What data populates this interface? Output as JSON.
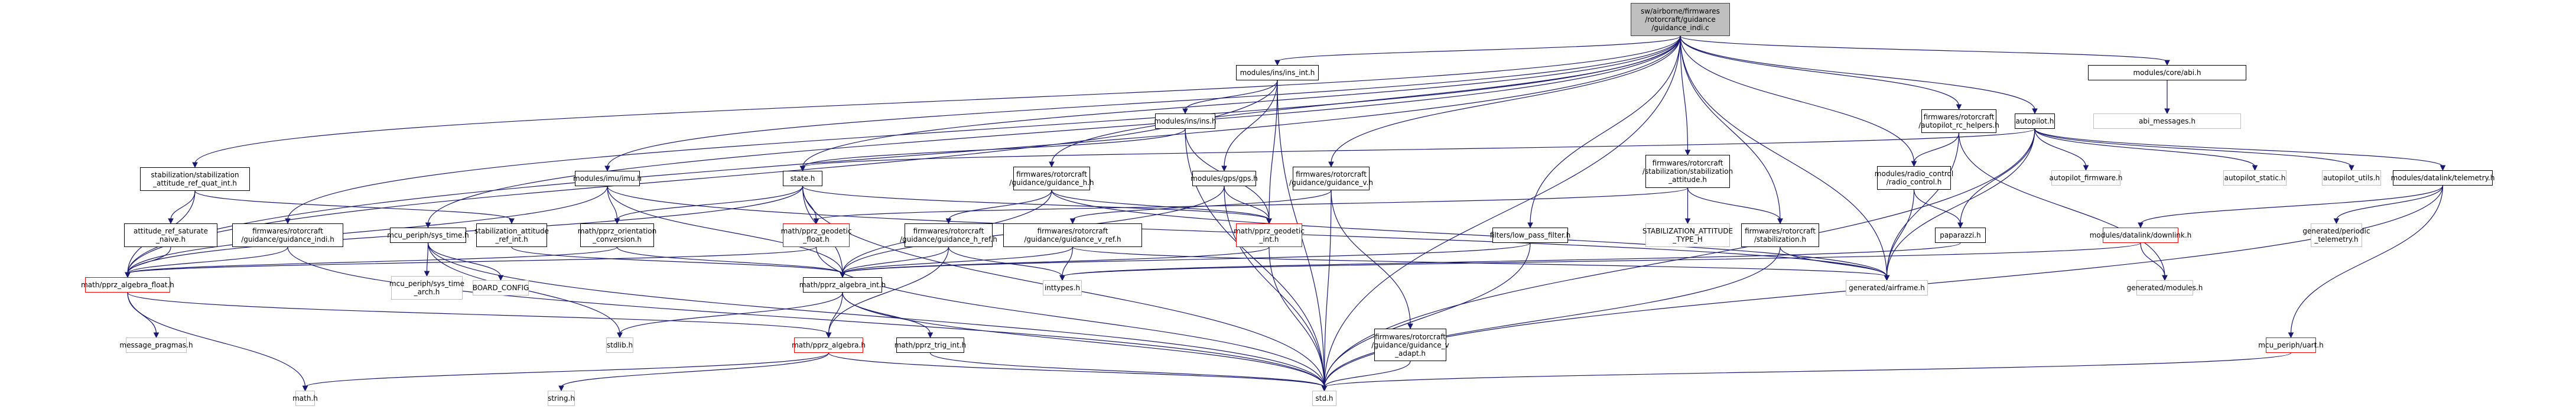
{
  "graph": {
    "type": "include-dependency-graph",
    "edge_color": "#191970",
    "node_border_color": "#000000",
    "root_fill_color": "#bfbfbf",
    "truncated_border_color": "#ff0000",
    "external_border_color": "#bfbfbf",
    "root": "sw/airborne/firmwares/rotorcraft/guidance/guidance_indi.c",
    "nodes": [
      {
        "id": "root",
        "label": "sw/airborne/firmwares\n/rotorcraft/guidance\n/guidance_indi.c",
        "kind": "root"
      },
      {
        "id": "ins_int",
        "label": "modules/ins/ins_int.h",
        "kind": "normal"
      },
      {
        "id": "ins",
        "label": "modules/ins/ins.h",
        "kind": "normal"
      },
      {
        "id": "gps",
        "label": "modules/gps/gps.h",
        "kind": "normal"
      },
      {
        "id": "guidance_v",
        "label": "firmwares/rotorcraft\n/guidance/guidance_v.h",
        "kind": "normal"
      },
      {
        "id": "stab_ref_quat",
        "label": "stabilization/stabilization\n_attitude_ref_quat_int.h",
        "kind": "normal"
      },
      {
        "id": "imu",
        "label": "modules/imu/imu.h",
        "kind": "normal"
      },
      {
        "id": "state",
        "label": "state.h",
        "kind": "normal"
      },
      {
        "id": "guidance_h",
        "label": "firmwares/rotorcraft\n/guidance/guidance_h.h",
        "kind": "normal"
      },
      {
        "id": "stab_attitude",
        "label": "firmwares/rotorcraft\n/stabilization/stabilization\n_attitude.h",
        "kind": "normal"
      },
      {
        "id": "ap_rc_helpers",
        "label": "firmwares/rotorcraft\n/autopilot_rc_helpers.h",
        "kind": "normal"
      },
      {
        "id": "autopilot",
        "label": "autopilot.h",
        "kind": "normal"
      },
      {
        "id": "abi",
        "label": "modules/core/abi.h",
        "kind": "normal"
      },
      {
        "id": "abi_messages",
        "label": "abi_messages.h",
        "kind": "external"
      },
      {
        "id": "radio_control",
        "label": "modules/radio_control\n/radio_control.h",
        "kind": "normal"
      },
      {
        "id": "ap_firmware",
        "label": "autopilot_firmware.h",
        "kind": "external"
      },
      {
        "id": "ap_static",
        "label": "autopilot_static.h",
        "kind": "external"
      },
      {
        "id": "ap_utils",
        "label": "autopilot_utils.h",
        "kind": "external"
      },
      {
        "id": "telemetry",
        "label": "modules/datalink/telemetry.h",
        "kind": "normal"
      },
      {
        "id": "att_ref_sat",
        "label": "attitude_ref_saturate\n_naive.h",
        "kind": "normal"
      },
      {
        "id": "guidance_indi_h",
        "label": "firmwares/rotorcraft\n/guidance/guidance_indi.h",
        "kind": "normal"
      },
      {
        "id": "sys_time",
        "label": "mcu_periph/sys_time.h",
        "kind": "normal"
      },
      {
        "id": "stab_ref_int",
        "label": "stabilization_attitude\n_ref_int.h",
        "kind": "normal"
      },
      {
        "id": "orient_conv",
        "label": "math/pprz_orientation\n_conversion.h",
        "kind": "normal"
      },
      {
        "id": "geodetic_float",
        "label": "math/pprz_geodetic\n_float.h",
        "kind": "truncated"
      },
      {
        "id": "guidance_h_ref",
        "label": "firmwares/rotorcraft\n/guidance/guidance_h_ref.h",
        "kind": "normal"
      },
      {
        "id": "guidance_v_ref",
        "label": "firmwares/rotorcraft\n/guidance/guidance_v_ref.h",
        "kind": "normal"
      },
      {
        "id": "geodetic_int",
        "label": "math/pprz_geodetic\n_int.h",
        "kind": "truncated"
      },
      {
        "id": "low_pass",
        "label": "filters/low_pass_filter.h",
        "kind": "normal"
      },
      {
        "id": "stab_att_type",
        "label": "STABILIZATION_ATTITUDE\n_TYPE_H",
        "kind": "external"
      },
      {
        "id": "stabilization",
        "label": "firmwares/rotorcraft\n/stabilization.h",
        "kind": "normal"
      },
      {
        "id": "paparazzi",
        "label": "paparazzi.h",
        "kind": "normal"
      },
      {
        "id": "downlink",
        "label": "modules/datalink/downlink.h",
        "kind": "truncated"
      },
      {
        "id": "periodic_tel",
        "label": "generated/periodic\n_telemetry.h",
        "kind": "external"
      },
      {
        "id": "algebra_float",
        "label": "math/pprz_algebra_float.h",
        "kind": "truncated"
      },
      {
        "id": "algebra_int",
        "label": "math/pprz_algebra_int.h",
        "kind": "normal"
      },
      {
        "id": "inttypes",
        "label": "inttypes.h",
        "kind": "external"
      },
      {
        "id": "airframe",
        "label": "generated/airframe.h",
        "kind": "external"
      },
      {
        "id": "gen_modules",
        "label": "generated/modules.h",
        "kind": "external"
      },
      {
        "id": "sys_time_arch",
        "label": "mcu_periph/sys_time\n_arch.h",
        "kind": "external"
      },
      {
        "id": "board_config",
        "label": "BOARD_CONFIG",
        "kind": "external"
      },
      {
        "id": "message_pragmas",
        "label": "message_pragmas.h",
        "kind": "external"
      },
      {
        "id": "stdlib",
        "label": "stdlib.h",
        "kind": "external"
      },
      {
        "id": "algebra",
        "label": "math/pprz_algebra.h",
        "kind": "truncated"
      },
      {
        "id": "trig_int",
        "label": "math/pprz_trig_int.h",
        "kind": "normal"
      },
      {
        "id": "guidance_v_adapt",
        "label": "firmwares/rotorcraft\n/guidance/guidance_v\n_adapt.h",
        "kind": "normal"
      },
      {
        "id": "uart",
        "label": "mcu_periph/uart.h",
        "kind": "truncated"
      },
      {
        "id": "math",
        "label": "math.h",
        "kind": "external"
      },
      {
        "id": "string",
        "label": "string.h",
        "kind": "external"
      },
      {
        "id": "std",
        "label": "std.h",
        "kind": "external"
      }
    ],
    "edges": [
      [
        "root",
        "ins_int"
      ],
      [
        "root",
        "stab_ref_quat"
      ],
      [
        "root",
        "imu"
      ],
      [
        "root",
        "state"
      ],
      [
        "root",
        "guidance_h"
      ],
      [
        "root",
        "guidance_v"
      ],
      [
        "root",
        "stab_attitude"
      ],
      [
        "root",
        "ap_rc_helpers"
      ],
      [
        "root",
        "autopilot"
      ],
      [
        "root",
        "abi"
      ],
      [
        "root",
        "radio_control"
      ],
      [
        "root",
        "guidance_indi_h"
      ],
      [
        "root",
        "sys_time"
      ],
      [
        "root",
        "low_pass"
      ],
      [
        "root",
        "stabilization"
      ],
      [
        "root",
        "algebra_float"
      ],
      [
        "root",
        "airframe"
      ],
      [
        "root",
        "std"
      ],
      [
        "ins_int",
        "ins"
      ],
      [
        "ins_int",
        "gps"
      ],
      [
        "ins_int",
        "geodetic_int"
      ],
      [
        "ins_int",
        "std"
      ],
      [
        "ins_int",
        "algebra_float"
      ],
      [
        "ins",
        "state"
      ],
      [
        "ins",
        "geodetic_int"
      ],
      [
        "ins",
        "std"
      ],
      [
        "gps",
        "geodetic_int"
      ],
      [
        "gps",
        "algebra_int"
      ],
      [
        "gps",
        "std"
      ],
      [
        "guidance_v",
        "guidance_v_ref"
      ],
      [
        "guidance_v",
        "guidance_v_adapt"
      ],
      [
        "guidance_v",
        "std"
      ],
      [
        "stab_ref_quat",
        "att_ref_sat"
      ],
      [
        "stab_ref_quat",
        "stab_ref_int"
      ],
      [
        "stab_ref_quat",
        "algebra_float"
      ],
      [
        "imu",
        "orient_conv"
      ],
      [
        "imu",
        "algebra_int"
      ],
      [
        "imu",
        "algebra_float"
      ],
      [
        "imu",
        "airframe"
      ],
      [
        "state",
        "geodetic_float"
      ],
      [
        "state",
        "geodetic_int"
      ],
      [
        "state",
        "algebra_int"
      ],
      [
        "state",
        "algebra_float"
      ],
      [
        "state",
        "orient_conv"
      ],
      [
        "state",
        "std"
      ],
      [
        "guidance_h",
        "guidance_h_ref"
      ],
      [
        "guidance_h",
        "geodetic_int"
      ],
      [
        "guidance_h",
        "algebra_int"
      ],
      [
        "guidance_h",
        "airframe"
      ],
      [
        "stab_attitude",
        "stab_att_type"
      ],
      [
        "stab_attitude",
        "stabilization"
      ],
      [
        "stab_attitude",
        "geodetic_float"
      ],
      [
        "ap_rc_helpers",
        "radio_control"
      ],
      [
        "ap_rc_helpers",
        "airframe"
      ],
      [
        "ap_rc_helpers",
        "gen_modules"
      ],
      [
        "autopilot",
        "ap_firmware"
      ],
      [
        "autopilot",
        "ap_static"
      ],
      [
        "autopilot",
        "ap_utils"
      ],
      [
        "autopilot",
        "telemetry"
      ],
      [
        "autopilot",
        "paparazzi"
      ],
      [
        "autopilot",
        "airframe"
      ],
      [
        "autopilot",
        "state"
      ],
      [
        "autopilot",
        "std"
      ],
      [
        "abi",
        "abi_messages"
      ],
      [
        "radio_control",
        "paparazzi"
      ],
      [
        "radio_control",
        "airframe"
      ],
      [
        "telemetry",
        "downlink"
      ],
      [
        "telemetry",
        "periodic_tel"
      ],
      [
        "telemetry",
        "uart"
      ],
      [
        "telemetry",
        "std"
      ],
      [
        "att_ref_sat",
        "algebra_float"
      ],
      [
        "guidance_indi_h",
        "algebra_float"
      ],
      [
        "guidance_indi_h",
        "std"
      ],
      [
        "sys_time",
        "sys_time_arch"
      ],
      [
        "sys_time",
        "board_config"
      ],
      [
        "sys_time",
        "stdlib"
      ],
      [
        "sys_time",
        "std"
      ],
      [
        "stab_ref_int",
        "algebra_int"
      ],
      [
        "orient_conv",
        "algebra_int"
      ],
      [
        "orient_conv",
        "algebra_float"
      ],
      [
        "geodetic_float",
        "algebra_float"
      ],
      [
        "geodetic_float",
        "std"
      ],
      [
        "guidance_h_ref",
        "algebra_int"
      ],
      [
        "guidance_h_ref",
        "inttypes"
      ],
      [
        "guidance_h_ref",
        "algebra"
      ],
      [
        "guidance_v_ref",
        "algebra_int"
      ],
      [
        "guidance_v_ref",
        "inttypes"
      ],
      [
        "guidance_v_ref",
        "airframe"
      ],
      [
        "geodetic_int",
        "std"
      ],
      [
        "geodetic_int",
        "algebra_int"
      ],
      [
        "low_pass",
        "algebra_int"
      ],
      [
        "low_pass",
        "std"
      ],
      [
        "stabilization",
        "airframe"
      ],
      [
        "stabilization",
        "std"
      ],
      [
        "paparazzi",
        "inttypes"
      ],
      [
        "downlink",
        "gen_modules"
      ],
      [
        "downlink",
        "inttypes"
      ],
      [
        "algebra_float",
        "algebra"
      ],
      [
        "algebra_float",
        "message_pragmas"
      ],
      [
        "algebra_float",
        "math"
      ],
      [
        "algebra_int",
        "algebra"
      ],
      [
        "algebra_int",
        "trig_int"
      ],
      [
        "algebra_int",
        "stdlib"
      ],
      [
        "algebra_int",
        "std"
      ],
      [
        "algebra",
        "math"
      ],
      [
        "algebra",
        "string"
      ],
      [
        "algebra",
        "std"
      ],
      [
        "trig_int",
        "std"
      ],
      [
        "guidance_v_adapt",
        "std"
      ],
      [
        "uart",
        "std"
      ]
    ]
  }
}
